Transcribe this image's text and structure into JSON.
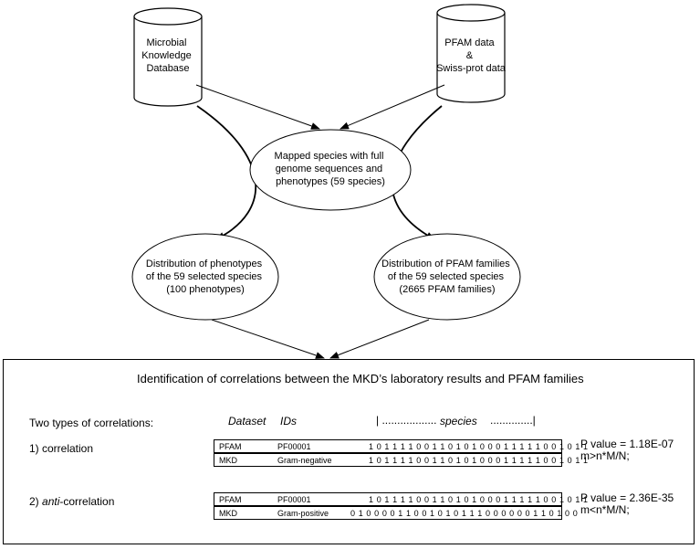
{
  "nodes": {
    "db_left": [
      "Microbial",
      "Knowledge",
      "Database"
    ],
    "db_right": [
      "PFAM data",
      "&",
      "Swiss-prot data"
    ],
    "mapped": [
      "Mapped species with full",
      "genome sequences and",
      "phenotypes (59 species)"
    ],
    "dist_pheno": [
      "Distribution of phenotypes",
      "of the 59 selected species",
      "(100 phenotypes)"
    ],
    "dist_pfam": [
      "Distribution of PFAM families",
      "of the 59 selected species",
      "(2665 PFAM families)"
    ]
  },
  "panel": {
    "title": "Identification of correlations between the MKD’s laboratory results and PFAM families",
    "types_label": "Two types of correlations:",
    "header": {
      "dataset": "Dataset",
      "ids": "IDs",
      "species_left": "| ..................",
      "species": "species",
      "species_right": "..............|"
    },
    "correlation": {
      "label": "1) correlation",
      "rows": [
        {
          "dataset": "PFAM",
          "id": "PF00001",
          "bits": "1 0 1 1 1 1 0 0 1 1 0 1 0 1 0 0 0 1 1 1 1 1 0 0 1 0 1 1"
        },
        {
          "dataset": "MKD",
          "id": "Gram-negative",
          "bits": "1 0 1 1 1 1 0 0 1 1 0 1 0 1 0 0 0 1 1 1 1 1 0 0 1 0 1 1"
        }
      ],
      "pvalue": "P value = 1.18E-07",
      "condition": "m>n*M/N;"
    },
    "anti_correlation": {
      "label_prefix": "2)",
      "label_italic": "anti",
      "label_suffix": "-correlation",
      "rows": [
        {
          "dataset": "PFAM",
          "id": "PF00001",
          "bits": "1 0 1 1 1 1 0 0 1 1 0 1 0 1 0 0 0 1 1 1 1 1 0 0 1 0 1 1"
        },
        {
          "dataset": "MKD",
          "id": "Gram-positive",
          "bits": "0 1 0 0 0 0 1 1 0 0 1 0 1 0 1 1 1 0 0 0 0 0 0 1 1 0 1 0 0"
        }
      ],
      "pvalue": "P value = 2.36E-35",
      "condition": "m<n*M/N;"
    }
  }
}
